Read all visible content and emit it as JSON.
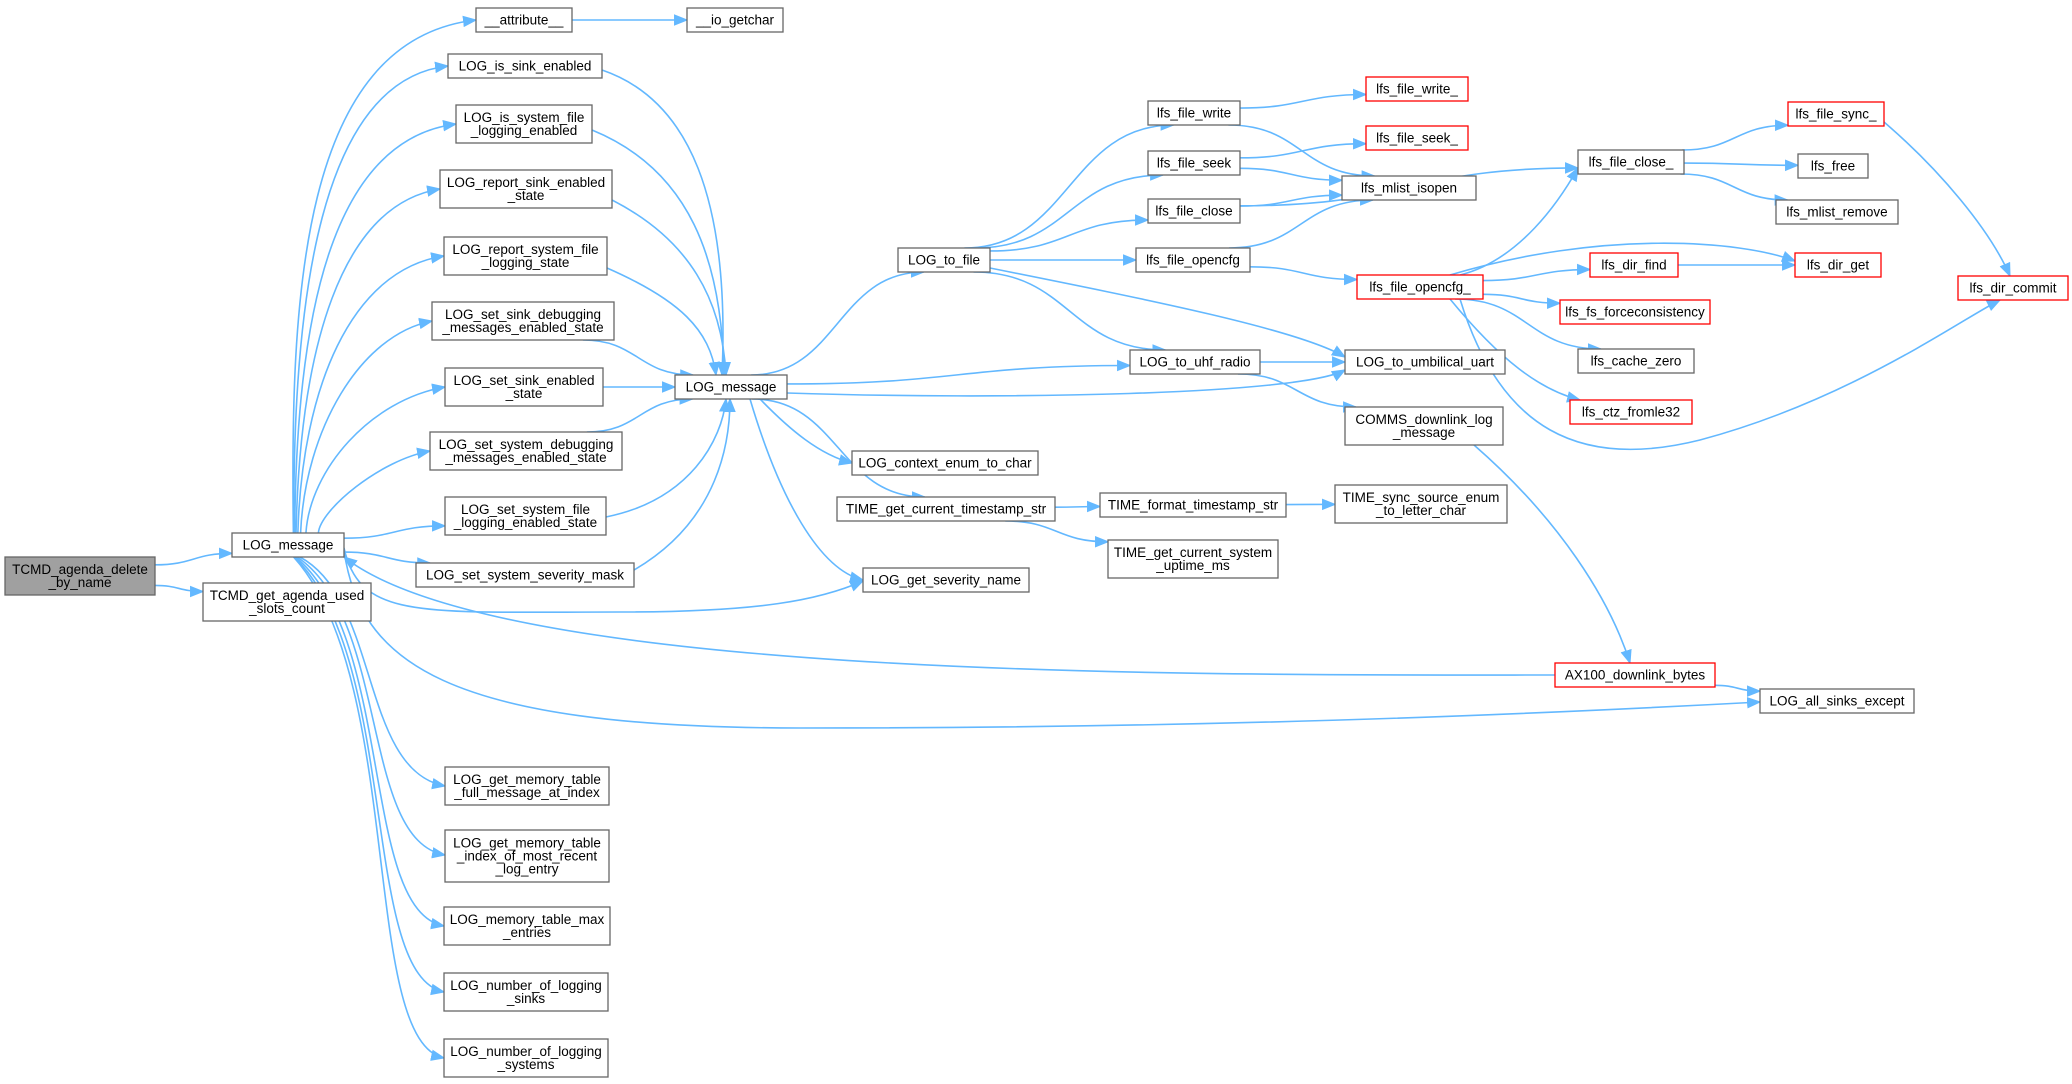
{
  "colors": {
    "edge": "#63b8ff",
    "node_border": "#666666",
    "node_border_incomplete": "#ff0000",
    "root_fill": "#a0a0a0",
    "background": "#ffffff"
  },
  "nodes": [
    {
      "id": "n0",
      "lines": [
        "TCMD_agenda_delete",
        "_by_name"
      ],
      "style": "root"
    },
    {
      "id": "n1",
      "lines": [
        "LOG_message"
      ]
    },
    {
      "id": "n2",
      "lines": [
        "TCMD_get_agenda_used",
        "_slots_count"
      ]
    },
    {
      "id": "n3",
      "lines": [
        "__attribute__"
      ]
    },
    {
      "id": "n4",
      "lines": [
        "__io_getchar"
      ]
    },
    {
      "id": "n5",
      "lines": [
        "LOG_is_sink_enabled"
      ]
    },
    {
      "id": "n6",
      "lines": [
        "LOG_is_system_file",
        "_logging_enabled"
      ]
    },
    {
      "id": "n7",
      "lines": [
        "LOG_report_sink_enabled",
        "_state"
      ]
    },
    {
      "id": "n8",
      "lines": [
        "LOG_report_system_file",
        "_logging_state"
      ]
    },
    {
      "id": "n9",
      "lines": [
        "LOG_set_sink_debugging",
        "_messages_enabled_state"
      ]
    },
    {
      "id": "n10",
      "lines": [
        "LOG_set_sink_enabled",
        "_state"
      ]
    },
    {
      "id": "n11",
      "lines": [
        "LOG_set_system_debugging",
        "_messages_enabled_state"
      ]
    },
    {
      "id": "n12",
      "lines": [
        "LOG_set_system_file",
        "_logging_enabled_state"
      ]
    },
    {
      "id": "n13",
      "lines": [
        "LOG_set_system_severity_mask"
      ]
    },
    {
      "id": "n14",
      "lines": [
        "LOG_message"
      ]
    },
    {
      "id": "n15",
      "lines": [
        "LOG_to_file"
      ]
    },
    {
      "id": "n16",
      "lines": [
        "lfs_file_write"
      ]
    },
    {
      "id": "n17",
      "lines": [
        "lfs_file_seek"
      ]
    },
    {
      "id": "n18",
      "lines": [
        "lfs_file_close"
      ]
    },
    {
      "id": "n19",
      "lines": [
        "lfs_file_opencfg"
      ]
    },
    {
      "id": "n20",
      "lines": [
        "lfs_file_write_"
      ],
      "style": "red"
    },
    {
      "id": "n21",
      "lines": [
        "lfs_file_seek_"
      ],
      "style": "red"
    },
    {
      "id": "n22",
      "lines": [
        "lfs_mlist_isopen"
      ]
    },
    {
      "id": "n23",
      "lines": [
        "lfs_file_close_"
      ]
    },
    {
      "id": "n24",
      "lines": [
        "lfs_file_opencfg_"
      ],
      "style": "red"
    },
    {
      "id": "n25",
      "lines": [
        "lfs_file_sync_"
      ],
      "style": "red"
    },
    {
      "id": "n26",
      "lines": [
        "lfs_free"
      ]
    },
    {
      "id": "n27",
      "lines": [
        "lfs_mlist_remove"
      ]
    },
    {
      "id": "n28",
      "lines": [
        "lfs_dir_find"
      ],
      "style": "red"
    },
    {
      "id": "n29",
      "lines": [
        "lfs_dir_get"
      ],
      "style": "red"
    },
    {
      "id": "n30",
      "lines": [
        "lfs_dir_commit"
      ],
      "style": "red"
    },
    {
      "id": "n31",
      "lines": [
        "lfs_fs_forceconsistency"
      ],
      "style": "red"
    },
    {
      "id": "n32",
      "lines": [
        "lfs_cache_zero"
      ]
    },
    {
      "id": "n33",
      "lines": [
        "lfs_ctz_fromle32"
      ],
      "style": "red"
    },
    {
      "id": "n34",
      "lines": [
        "LOG_to_uhf_radio"
      ]
    },
    {
      "id": "n35",
      "lines": [
        "LOG_to_umbilical_uart"
      ]
    },
    {
      "id": "n36",
      "lines": [
        "COMMS_downlink_log",
        "_message"
      ]
    },
    {
      "id": "n37",
      "lines": [
        "LOG_context_enum_to_char"
      ]
    },
    {
      "id": "n38",
      "lines": [
        "TIME_get_current_timestamp_str"
      ]
    },
    {
      "id": "n39",
      "lines": [
        "TIME_format_timestamp_str"
      ]
    },
    {
      "id": "n40",
      "lines": [
        "TIME_sync_source_enum",
        "_to_letter_char"
      ]
    },
    {
      "id": "n41",
      "lines": [
        "TIME_get_current_system",
        "_uptime_ms"
      ]
    },
    {
      "id": "n42",
      "lines": [
        "LOG_get_severity_name"
      ]
    },
    {
      "id": "n43",
      "lines": [
        "AX100_downlink_bytes"
      ],
      "style": "red"
    },
    {
      "id": "n44",
      "lines": [
        "LOG_all_sinks_except"
      ]
    },
    {
      "id": "n45",
      "lines": [
        "LOG_get_memory_table",
        "_full_message_at_index"
      ]
    },
    {
      "id": "n46",
      "lines": [
        "LOG_get_memory_table",
        "_index_of_most_recent",
        "_log_entry"
      ]
    },
    {
      "id": "n47",
      "lines": [
        "LOG_memory_table_max",
        "_entries"
      ]
    },
    {
      "id": "n48",
      "lines": [
        "LOG_number_of_logging",
        "_sinks"
      ]
    },
    {
      "id": "n49",
      "lines": [
        "LOG_number_of_logging",
        "_systems"
      ]
    }
  ],
  "edges": [
    [
      "n0",
      "n1"
    ],
    [
      "n0",
      "n2"
    ],
    [
      "n1",
      "n3"
    ],
    [
      "n1",
      "n5"
    ],
    [
      "n1",
      "n6"
    ],
    [
      "n1",
      "n7"
    ],
    [
      "n1",
      "n8"
    ],
    [
      "n1",
      "n9"
    ],
    [
      "n1",
      "n10"
    ],
    [
      "n1",
      "n11"
    ],
    [
      "n1",
      "n12"
    ],
    [
      "n1",
      "n13"
    ],
    [
      "n1",
      "n42"
    ],
    [
      "n1",
      "n44"
    ],
    [
      "n1",
      "n45"
    ],
    [
      "n1",
      "n46"
    ],
    [
      "n1",
      "n47"
    ],
    [
      "n1",
      "n48"
    ],
    [
      "n1",
      "n49"
    ],
    [
      "n3",
      "n4"
    ],
    [
      "n5",
      "n14"
    ],
    [
      "n6",
      "n14"
    ],
    [
      "n7",
      "n14"
    ],
    [
      "n8",
      "n14"
    ],
    [
      "n9",
      "n14"
    ],
    [
      "n10",
      "n14"
    ],
    [
      "n11",
      "n14"
    ],
    [
      "n12",
      "n14"
    ],
    [
      "n13",
      "n14"
    ],
    [
      "n14",
      "n15"
    ],
    [
      "n14",
      "n34"
    ],
    [
      "n14",
      "n35"
    ],
    [
      "n14",
      "n37"
    ],
    [
      "n14",
      "n38"
    ],
    [
      "n14",
      "n42"
    ],
    [
      "n15",
      "n16"
    ],
    [
      "n15",
      "n17"
    ],
    [
      "n15",
      "n18"
    ],
    [
      "n15",
      "n19"
    ],
    [
      "n15",
      "n34"
    ],
    [
      "n15",
      "n35"
    ],
    [
      "n16",
      "n20"
    ],
    [
      "n16",
      "n22"
    ],
    [
      "n17",
      "n21"
    ],
    [
      "n17",
      "n22"
    ],
    [
      "n18",
      "n22"
    ],
    [
      "n18",
      "n23"
    ],
    [
      "n19",
      "n22"
    ],
    [
      "n19",
      "n24"
    ],
    [
      "n23",
      "n25"
    ],
    [
      "n23",
      "n26"
    ],
    [
      "n23",
      "n27"
    ],
    [
      "n25",
      "n30"
    ],
    [
      "n24",
      "n23"
    ],
    [
      "n24",
      "n28"
    ],
    [
      "n24",
      "n29"
    ],
    [
      "n24",
      "n30"
    ],
    [
      "n24",
      "n31"
    ],
    [
      "n24",
      "n32"
    ],
    [
      "n24",
      "n33"
    ],
    [
      "n28",
      "n29"
    ],
    [
      "n34",
      "n35"
    ],
    [
      "n34",
      "n36"
    ],
    [
      "n36",
      "n43"
    ],
    [
      "n38",
      "n39"
    ],
    [
      "n38",
      "n41"
    ],
    [
      "n39",
      "n40"
    ],
    [
      "n43",
      "n1"
    ],
    [
      "n43",
      "n44"
    ]
  ]
}
